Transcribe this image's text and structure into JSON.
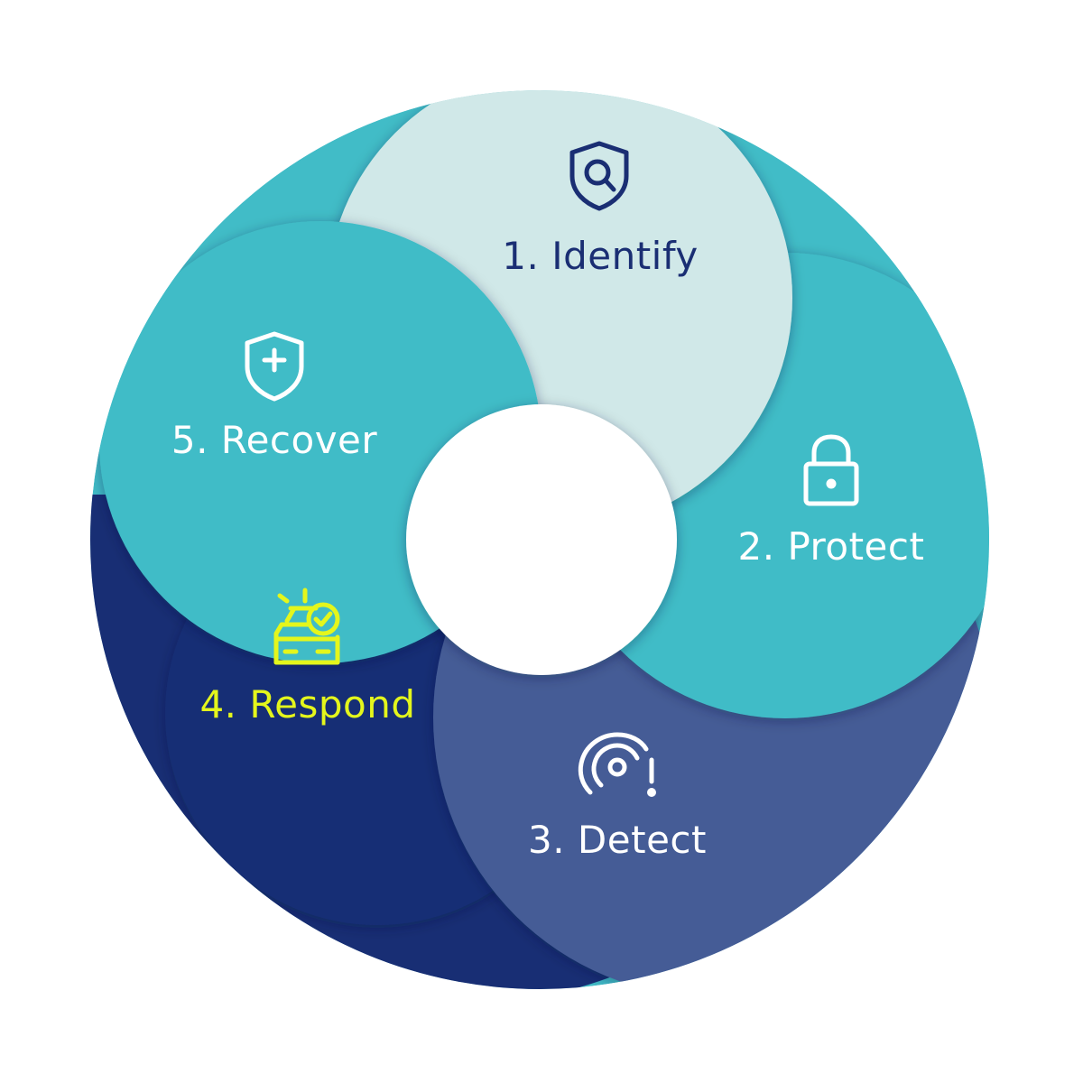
{
  "colors": {
    "background": "#ffffff",
    "ring_teal": "#41bcc7",
    "identify_fill": "#d0e8e8",
    "detect_fill": "#455b96",
    "respond_fill": "#182e74",
    "hub_fill": "#ffffff",
    "identify_text": "#1a2e73",
    "white_text": "#ffffff",
    "respond_text": "#e4f61c"
  },
  "stages": [
    {
      "id": "identify",
      "label": "1. Identify",
      "icon": "shield-search-icon"
    },
    {
      "id": "protect",
      "label": "2. Protect",
      "icon": "padlock-icon"
    },
    {
      "id": "detect",
      "label": "3. Detect",
      "icon": "signal-alert-icon"
    },
    {
      "id": "respond",
      "label": "4. Respond",
      "icon": "siren-car-check-icon"
    },
    {
      "id": "recover",
      "label": "5. Recover",
      "icon": "shield-plus-icon"
    }
  ]
}
